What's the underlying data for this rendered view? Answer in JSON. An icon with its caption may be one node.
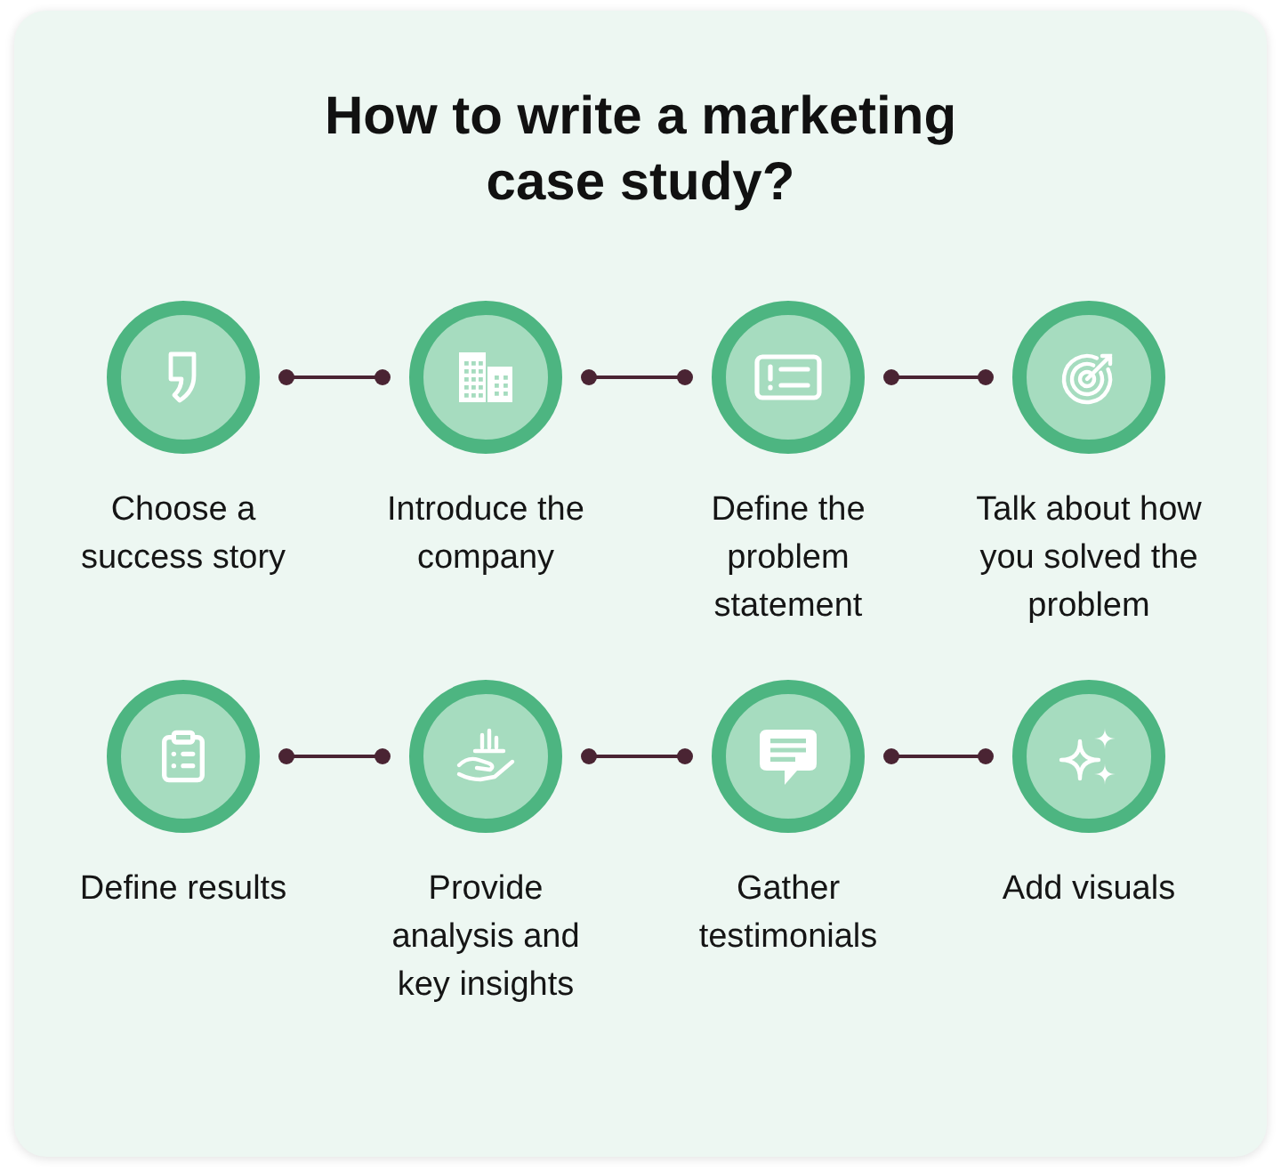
{
  "diagram": {
    "title": "How to write a marketing case study?",
    "nodes": [
      {
        "text": [],
        "shape": "circle",
        "beside": [
          "Choose a success story"
        ]
      },
      {
        "text": [],
        "shape": "circle",
        "beside": [
          "Introduce the company"
        ]
      },
      {
        "text": [],
        "shape": "circle",
        "beside": [
          "Define the problem statement"
        ]
      },
      {
        "text": [],
        "shape": "circle",
        "beside": [
          "Talk about how you solved the problem"
        ]
      },
      {
        "text": [],
        "shape": "circle",
        "beside": [
          "Define results"
        ]
      },
      {
        "text": [],
        "shape": "circle",
        "beside": [
          "Provide analysis and key insights"
        ]
      },
      {
        "text": [],
        "shape": "circle",
        "beside": [
          "Gather testimonials"
        ]
      },
      {
        "text": [],
        "shape": "circle",
        "beside": [
          "Add visuals"
        ]
      }
    ],
    "edges": [
      {
        "from": 0,
        "to": 1,
        "arrow": "other"
      },
      {
        "from": 1,
        "to": 2,
        "arrow": "other"
      },
      {
        "from": 2,
        "to": 3,
        "arrow": "other"
      },
      {
        "from": 4,
        "to": 5,
        "arrow": "other"
      },
      {
        "from": 5,
        "to": 6,
        "arrow": "other"
      },
      {
        "from": 6,
        "to": 7,
        "arrow": "other"
      }
    ]
  }
}
